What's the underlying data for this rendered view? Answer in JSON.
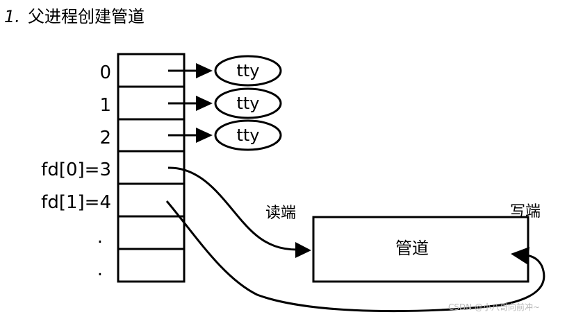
{
  "title": {
    "number": "1.",
    "text": "父进程创建管道"
  },
  "fd_table": {
    "labels": [
      "0",
      "1",
      "2",
      "fd[0]=3",
      "fd[1]=4",
      ".",
      "."
    ]
  },
  "tty": [
    "tty",
    "tty",
    "tty"
  ],
  "read_end_label": "读端",
  "write_end_label": "写端",
  "pipe_label": "管道",
  "watermark": "CSDN @小八哥向前冲~"
}
